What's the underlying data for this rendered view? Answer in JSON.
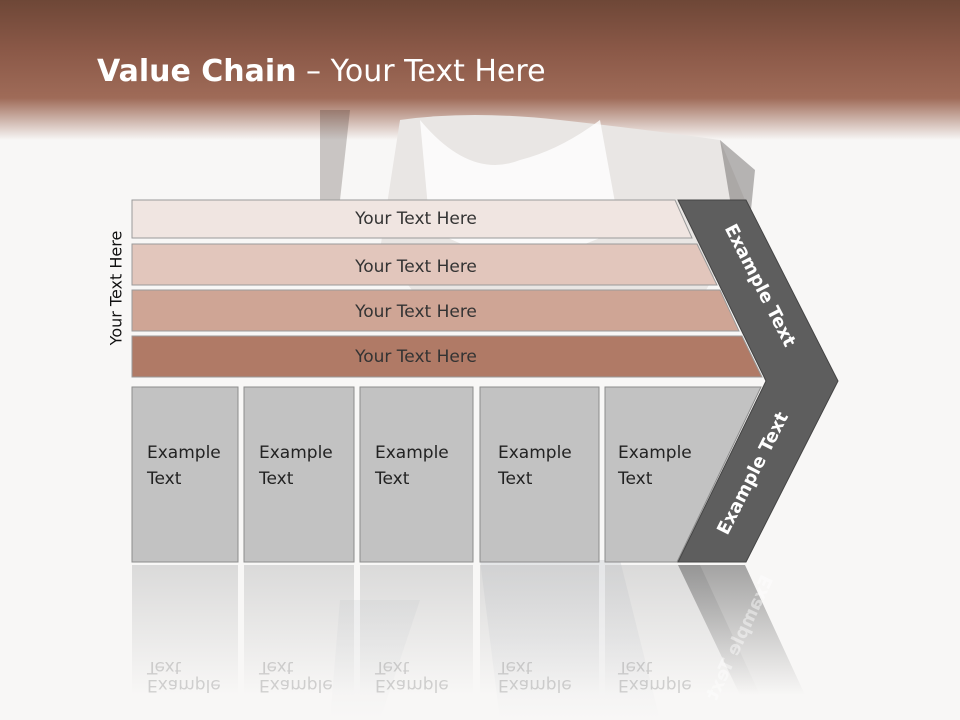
{
  "title": {
    "bold": "Value Chain",
    "rest": " – Your Text Here"
  },
  "side_label": "Your Text Here",
  "bars": [
    {
      "label": "Your Text Here",
      "fill": "#f0e5e1"
    },
    {
      "label": "Your Text Here",
      "fill": "#e2c6bc"
    },
    {
      "label": "Your Text Here",
      "fill": "#cfa595"
    },
    {
      "label": "Your Text Here",
      "fill": "#b07a66"
    }
  ],
  "boxes": [
    {
      "line1": "Example",
      "line2": "Text"
    },
    {
      "line1": "Example",
      "line2": "Text"
    },
    {
      "line1": "Example",
      "line2": "Text"
    },
    {
      "line1": "Example",
      "line2": "Text"
    },
    {
      "line1": "Example",
      "line2": "Text"
    }
  ],
  "chevron_top": "Example Text",
  "chevron_bottom": "Example Text",
  "colors": {
    "accent": "#9c6552",
    "box": "#c2c2c2",
    "chevron": "#5e5e5e"
  }
}
